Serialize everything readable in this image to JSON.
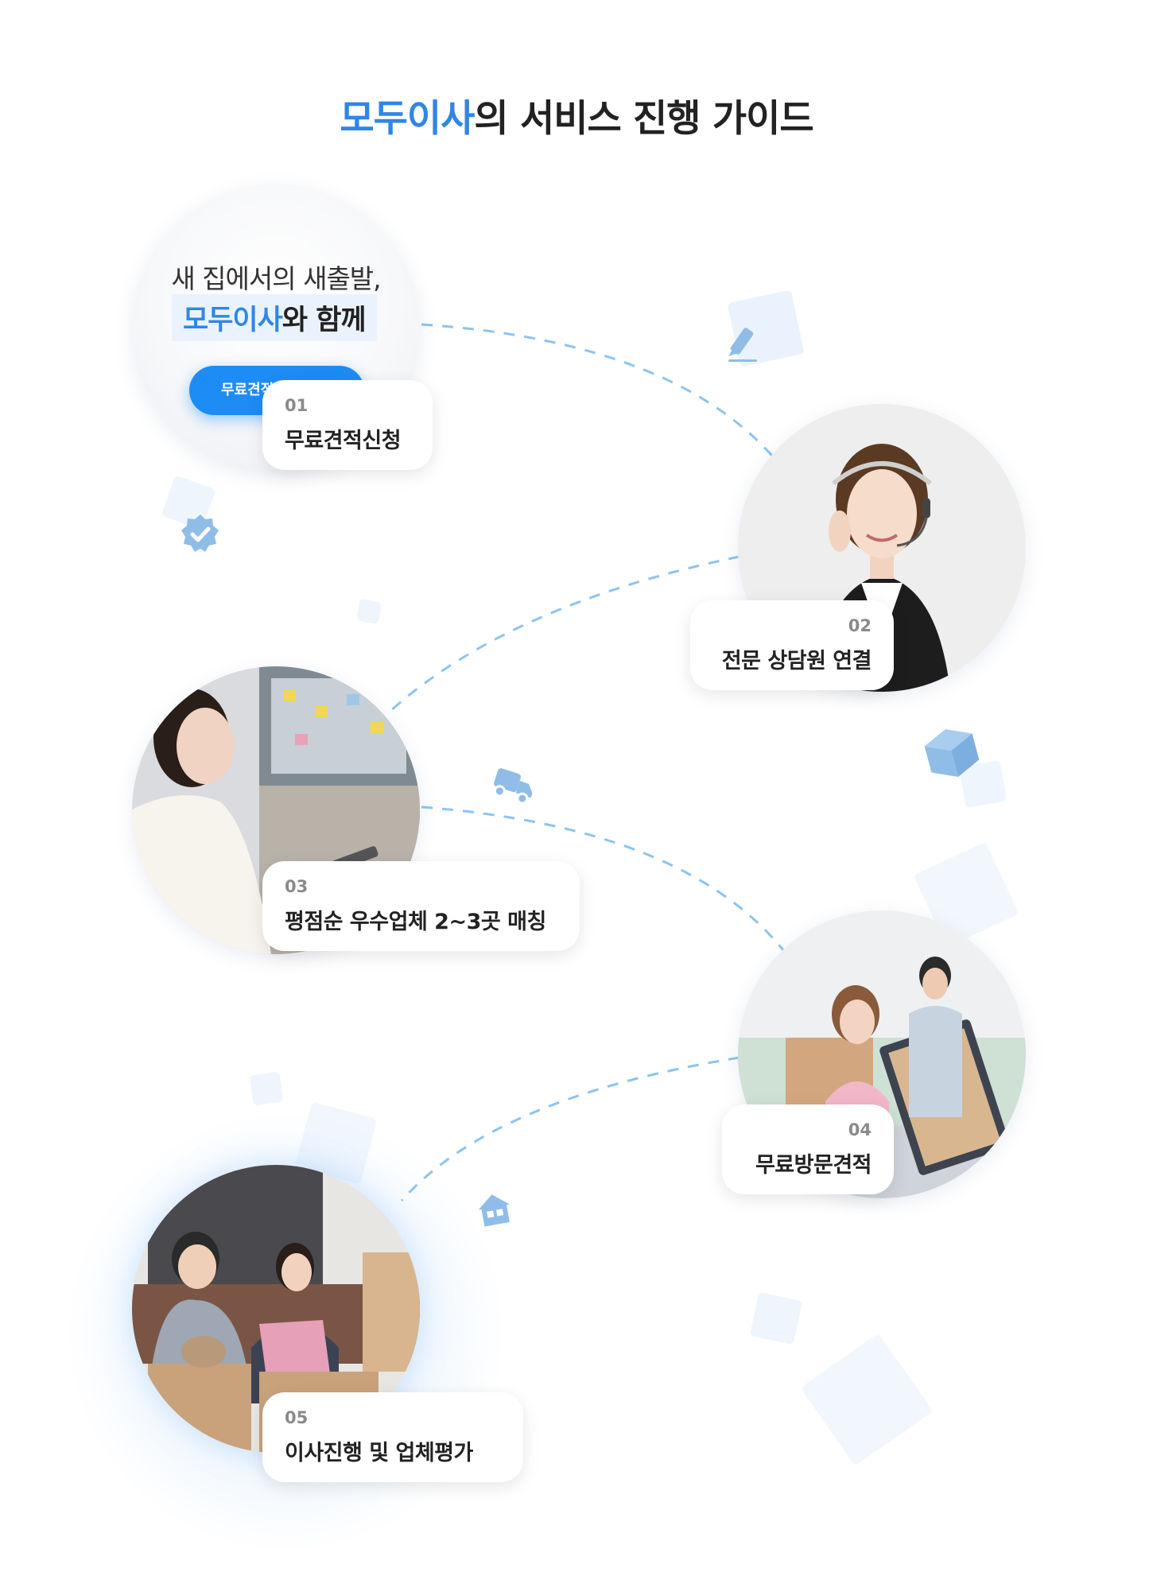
{
  "title": {
    "brand": "모두이사",
    "rest": "의 서비스 진행 가이드"
  },
  "hero": {
    "line1": "새 집에서의 새출발,",
    "line2_brand": "모두이사",
    "line2_rest": "와 함께",
    "button": "무료견적"
  },
  "steps": [
    {
      "num": "01",
      "label": "무료견적신청"
    },
    {
      "num": "02",
      "label": "전문 상담원 연결"
    },
    {
      "num": "03",
      "label": "평점순 우수업체 2~3곳 매칭"
    },
    {
      "num": "04",
      "label": "무료방문견적"
    },
    {
      "num": "05",
      "label": "이사진행 및 업체평가"
    }
  ],
  "colors": {
    "accent": "#2f86e6",
    "button": "#1e8cf5",
    "dash": "#8cc4f0",
    "icon": "#8fbde8"
  },
  "icons": [
    "pencil-icon",
    "verified-badge-icon",
    "truck-icon",
    "box-icon",
    "house-icon"
  ]
}
